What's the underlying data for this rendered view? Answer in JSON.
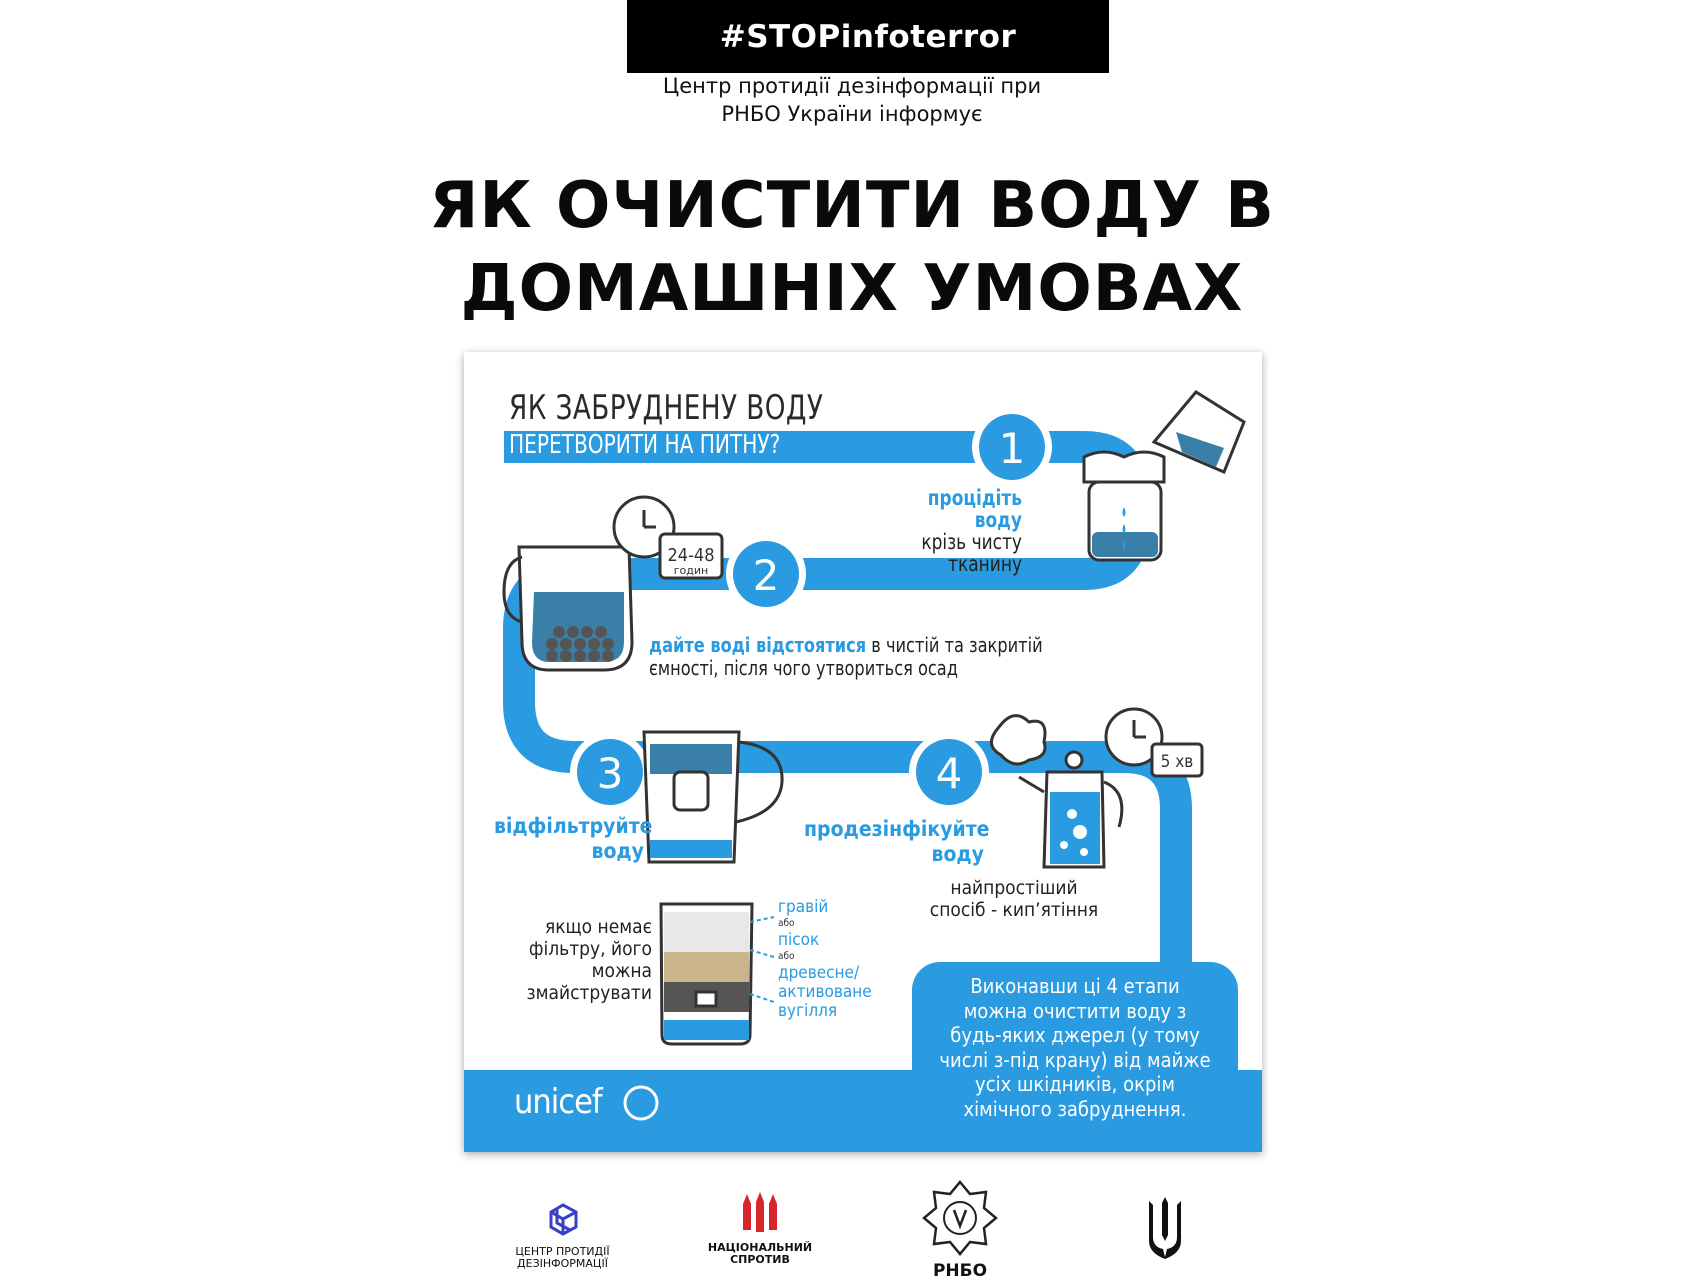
{
  "header": {
    "hashtag": "#STOPinfoterror",
    "subtitle_line1": "Центр протидії дезінформації при",
    "subtitle_line2": "РНБО України інформує"
  },
  "title": {
    "line1": "ЯК ОЧИСТИТИ ВОДУ В",
    "line2": "ДОМАШНІХ УМОВАХ"
  },
  "infographic": {
    "heading_line1": "ЯК ЗАБРУДНЕНУ ВОДУ",
    "heading_line2": "ПЕРЕТВОРИТИ НА ПИТНУ?",
    "steps": [
      {
        "number": "1",
        "bold": "процідіть воду",
        "text1": "крізь чисту",
        "text2": "тканину"
      },
      {
        "number": "2",
        "bold": "дайте воді відстоятися",
        "text1": " в чистій та закритій",
        "text2": "ємності, після чого утвориться осад",
        "timer": "24-48",
        "timer_unit": "годин"
      },
      {
        "number": "3",
        "bold1": "відфільтруйте",
        "bold2": "воду"
      },
      {
        "number": "4",
        "bold1": "продезінфікуйте",
        "bold2": "воду",
        "text1": "найпростіший",
        "text2": "спосіб - кип’ятіння",
        "timer": "5 хв"
      }
    ],
    "diy_filter": {
      "text": [
        "якщо немає",
        "фільтру, його",
        "можна",
        "змайструвати"
      ],
      "layers": [
        "гравій",
        "або",
        "пісок",
        "або",
        "древесне/",
        "активоване",
        "вугілля"
      ]
    },
    "summary": [
      "Виконавши ці 4 етапи",
      "можна очистити воду з",
      "будь-яких джерел (у тому",
      "числі з-під крану) від майже",
      "усіх шкідників, окрім",
      "хімічного забруднення."
    ],
    "brand": "unicef"
  },
  "footer": {
    "logo1_line1": "ЦЕНТР ПРОТИДІЇ",
    "logo1_line2": "ДЕЗІНФОРМАЦІЇ",
    "logo2_line1": "НАЦІОНАЛЬНИЙ",
    "logo2_line2": "СПРОТИВ",
    "logo3": "РНБО"
  },
  "colors": {
    "accent": "#2a9be0",
    "dark_blue": "#2f7fb5",
    "water": "#3a7fa8"
  }
}
